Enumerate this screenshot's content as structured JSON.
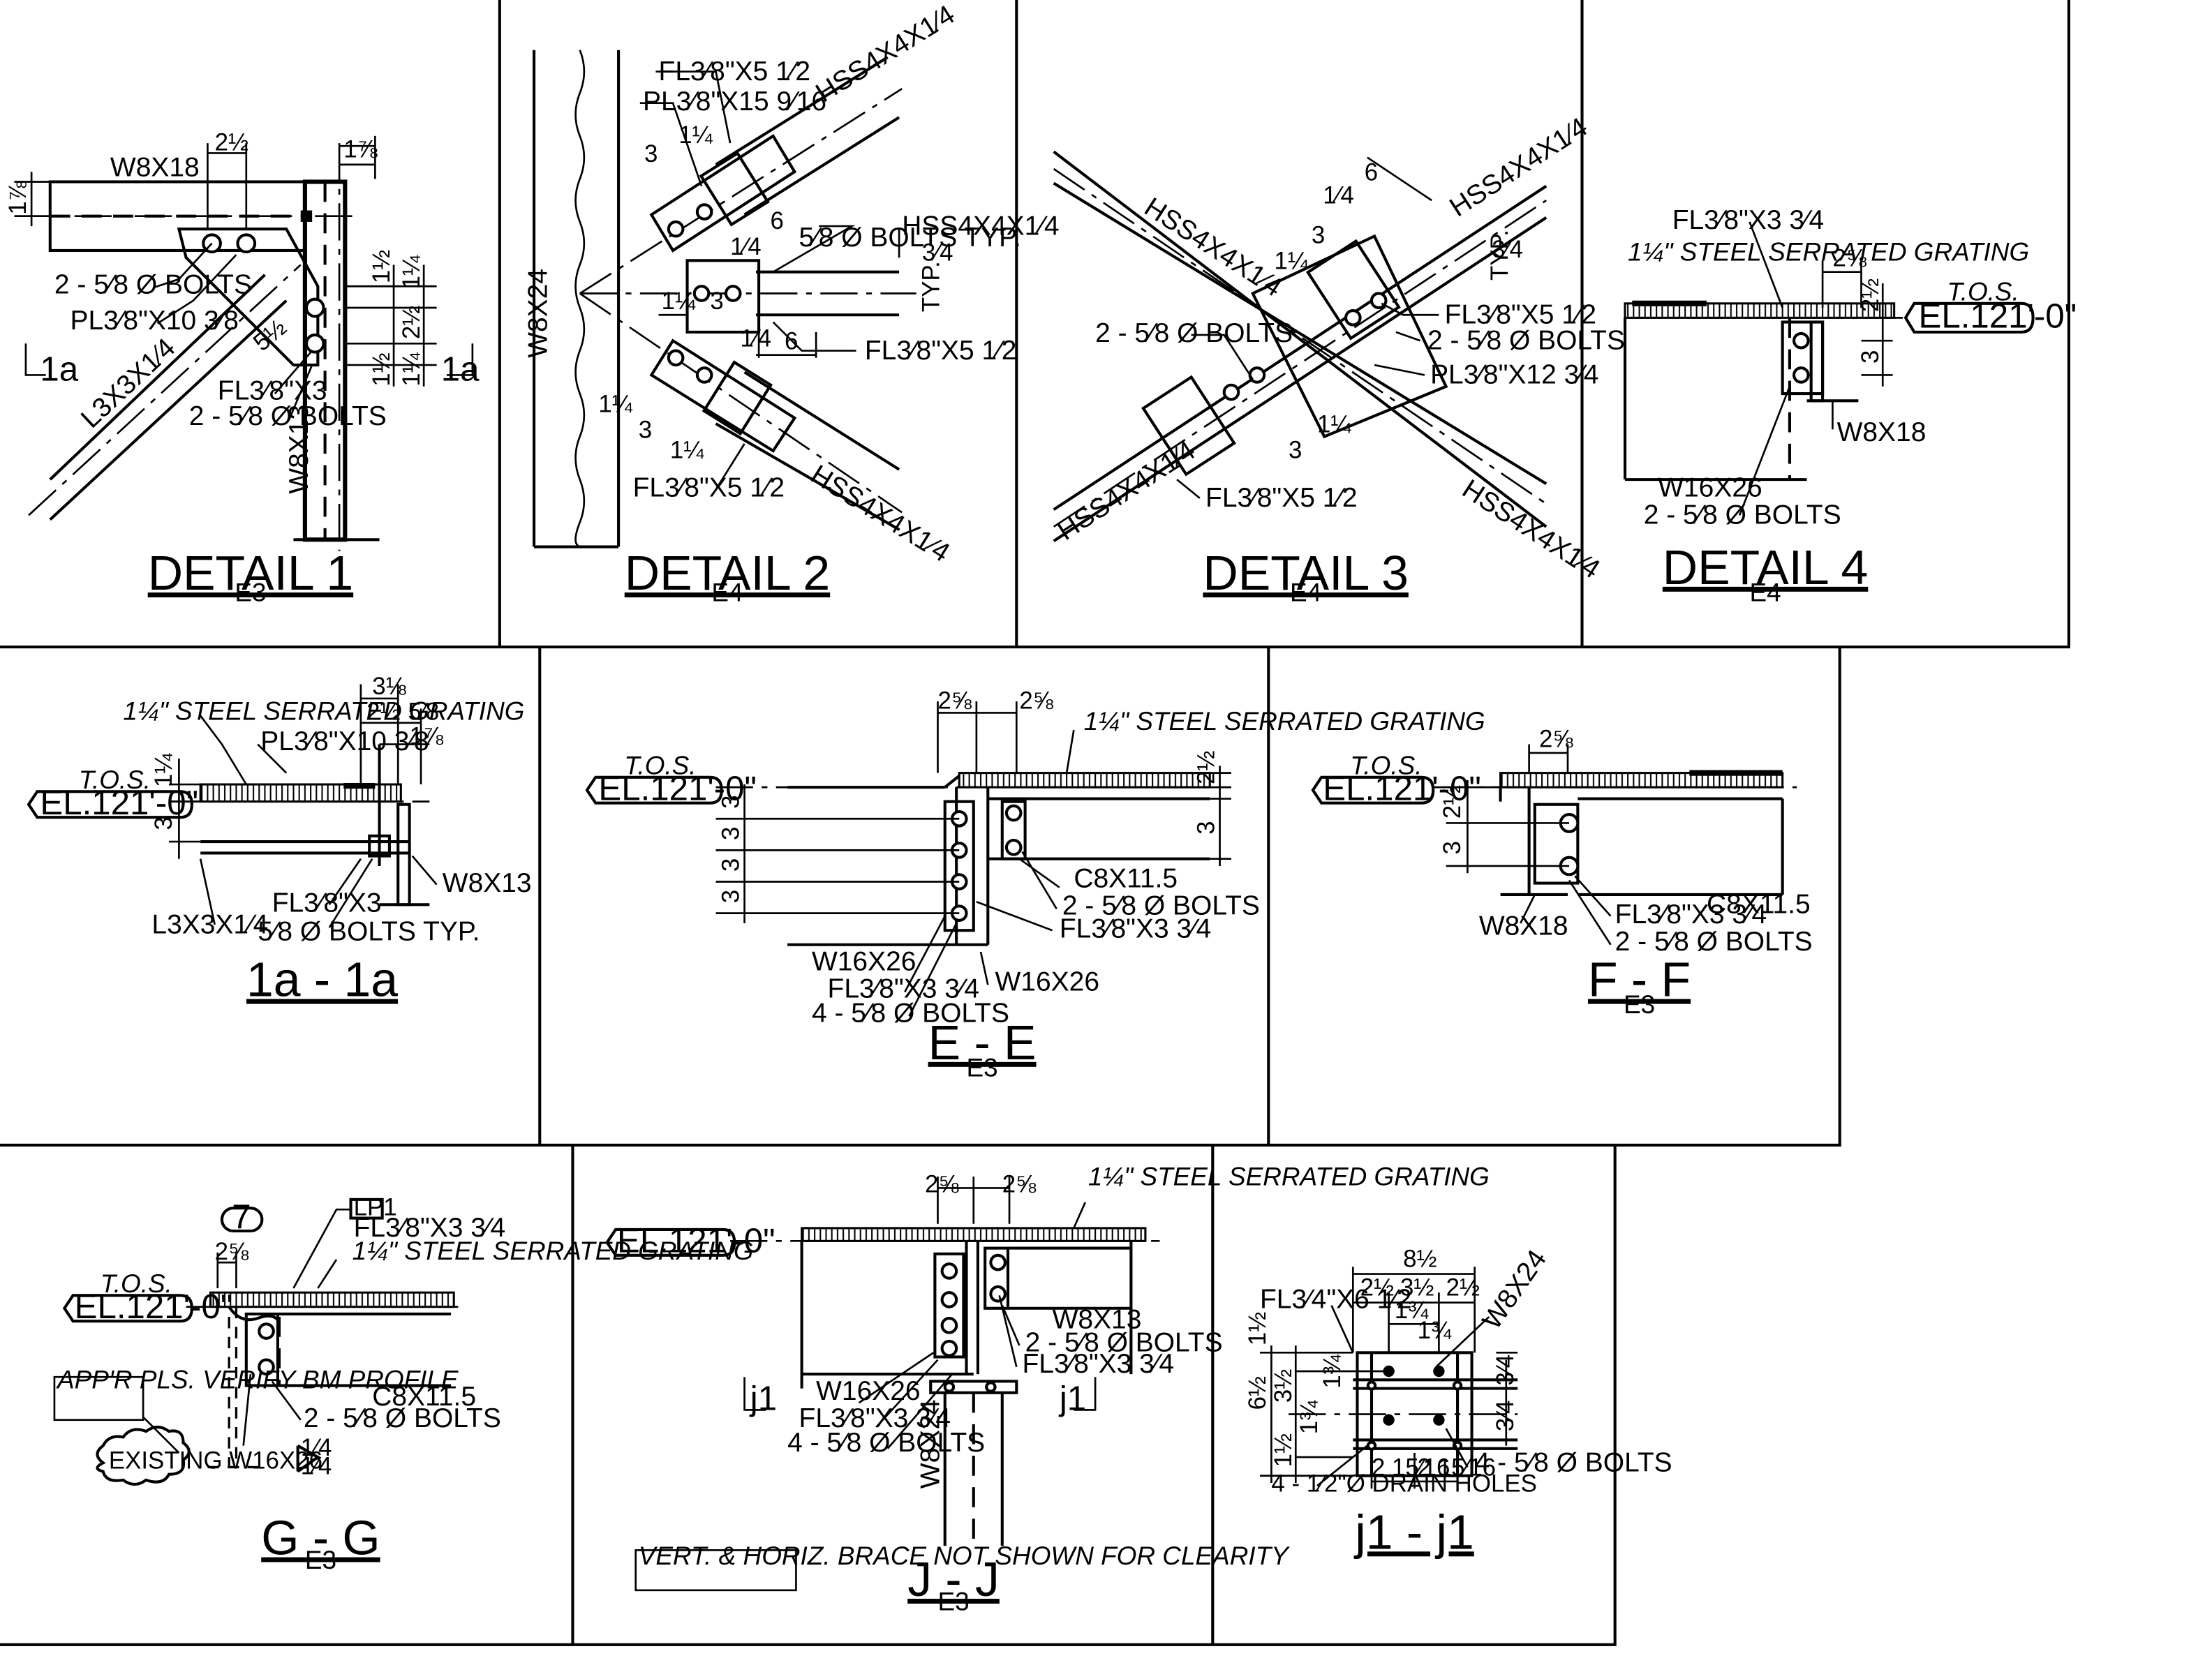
{
  "details": {
    "d1": {
      "title": "DETAIL 1",
      "sheet": "E3",
      "labels": [
        "W8X18",
        "2 - 5⁄8 Ø BOLTS",
        "PL3⁄8\"X10 3⁄8",
        "L3X3X1⁄4",
        "FL3⁄8\"X3",
        "2 - 5⁄8 Ø BOLTS",
        "W8X13"
      ],
      "dims": [
        "2½",
        "1⅞",
        "1⅞",
        "1½",
        "1¼",
        "2½",
        "1½",
        "1¼",
        "5½"
      ],
      "section_marks": [
        "1a",
        "1a"
      ]
    },
    "d2": {
      "title": "DETAIL 2",
      "sheet": "E4",
      "labels": [
        "FL3⁄8\"X5 1⁄2",
        "PL3⁄8\"X15 9⁄16",
        "HSS4X4X1⁄4",
        "5⁄8 Ø BOLTS TYP.",
        "HSS4X4X1⁄4",
        "W8X24",
        "FL3⁄8\"X5 1⁄2",
        "FL3⁄8\"X5 1⁄2",
        "HSS4X4X1⁄4"
      ],
      "dims": [
        "3",
        "1¼",
        "6",
        "1⁄4",
        "3⁄4",
        "TYP.",
        "1¼",
        "3",
        "1⁄4",
        "6",
        "1¼",
        "3",
        "1¼"
      ]
    },
    "d3": {
      "title": "DETAIL 3",
      "sheet": "E4",
      "labels": [
        "HSS4X4X1⁄4",
        "HSS4X4X1⁄4",
        "2 - 5⁄8 Ø BOLTS",
        "FL3⁄8\"X5 1⁄2",
        "2 - 5⁄8 Ø BOLTS",
        "PL3⁄8\"X12 3⁄4",
        "FL3⁄8\"X5 1⁄2",
        "HSS4X4X1⁄4",
        "HSS4X4X1⁄4"
      ],
      "dims": [
        "1⁄4",
        "6",
        "1¼",
        "3",
        "TYP.",
        "3⁄4",
        "1¼",
        "3"
      ]
    },
    "d4": {
      "title": "DETAIL 4",
      "sheet": "E4",
      "labels": [
        "FL3⁄8\"X3 3⁄4",
        "1¼\" STEEL SERRATED GRATING",
        "W8X18",
        "W16X26",
        "2 - 5⁄8 Ø BOLTS"
      ],
      "tos": "T.O.S.",
      "elev": "EL.121'-0\"",
      "dims": [
        "2⅝",
        "2½",
        "3"
      ]
    },
    "s1a": {
      "title": "1a - 1a",
      "labels": [
        "1¼\" STEEL SERRATED GRATING",
        "PL3⁄8\"X10 3⁄8",
        "W8X13",
        "FL3⁄8\"X3",
        "L3X3X1⁄4",
        "5⁄8 Ø BOLTS TYP."
      ],
      "tos": "T.O.S.",
      "elev": "EL.121'-0\"",
      "dims": [
        "3⅛",
        "2½",
        "5⁄8",
        "1⅞",
        "1¼",
        "3"
      ]
    },
    "ee": {
      "title": "E - E",
      "sheet": "E3",
      "labels": [
        "1¼\" STEEL SERRATED GRATING",
        "C8X11.5",
        "2 - 5⁄8 Ø BOLTS",
        "FL3⁄8\"X3 3⁄4",
        "W16X26",
        "W16X26",
        "FL3⁄8\"X3 3⁄4",
        "4 - 5⁄8 Ø BOLTS"
      ],
      "tos": "T.O.S.",
      "elev": "EL.121'-0\"",
      "dims": [
        "2⅝",
        "2⅝",
        "2½",
        "3",
        "3",
        "3",
        "3",
        "3"
      ]
    },
    "ff": {
      "title": "F - F",
      "sheet": "E3",
      "labels": [
        "W8X18",
        "FL3⁄8\"X3 3⁄4",
        "C8X11.5",
        "2 - 5⁄8 Ø BOLTS"
      ],
      "tos": "T.O.S.",
      "elev": "EL.121'-0\"",
      "dims": [
        "2⅝",
        "2½",
        "3"
      ]
    },
    "gg": {
      "title": "G - G",
      "sheet": "E3",
      "labels": [
        "LP1",
        "FL3⁄8\"X3 3⁄4",
        "1¼\" STEEL SERRATED GRATING",
        "APP'R PLS. VERIFY BM PROFILE",
        "2 - 5⁄8 Ø BOLTS",
        "C8X11.5",
        "EXISTING W16X26"
      ],
      "tag": "7",
      "tos": "T.O.S.",
      "elev": "EL.121'-0\"",
      "dims": [
        "2⅝",
        "1⁄4",
        "1⁄4"
      ]
    },
    "jj": {
      "title": "J - J",
      "sheet": "E3",
      "labels": [
        "1¼\" STEEL SERRATED GRATING",
        "W8X13",
        "2 - 5⁄8 Ø BOLTS",
        "FL3⁄8\"X3 3⁄4",
        "W16X26",
        "FL3⁄8\"X3 3⁄4",
        "4 - 5⁄8 Ø BOLTS",
        "W8X24"
      ],
      "note": "VERT. & HORIZ. BRACE NOT SHOWN FOR CLEARITY",
      "elev": "EL.121'-0\"",
      "section_marks": [
        "j1",
        "j1"
      ],
      "dims": [
        "2⅝",
        "2⅝"
      ]
    },
    "j1j1": {
      "title": "j1 - j1",
      "labels": [
        "FL3⁄4\"X6 1⁄2",
        "W8X24",
        "4 - 5⁄8 Ø BOLTS",
        "4 - 1⁄2\"Ø DRAIN HOLES"
      ],
      "dims": [
        "8½",
        "2½",
        "3½",
        "2½",
        "1¾",
        "1¾",
        "1½",
        "6½",
        "3½",
        "1¾",
        "1¾",
        "1½",
        "3⁄4",
        "3⁄4",
        "2 15⁄16",
        "2 15⁄16"
      ]
    }
  }
}
